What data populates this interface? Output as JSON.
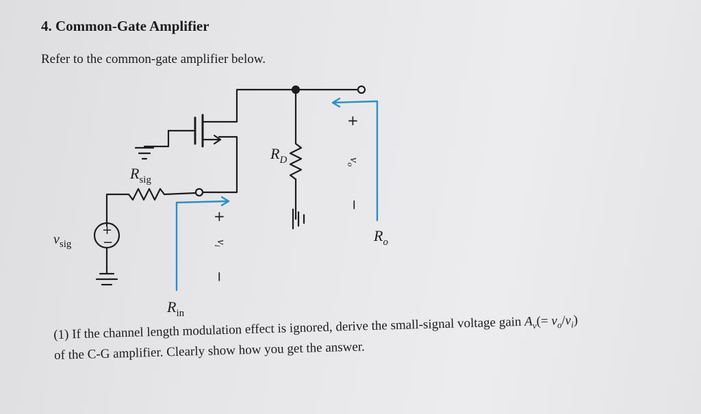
{
  "title": "4. Common-Gate Amplifier",
  "intro": "Refer to the common-gate amplifier below.",
  "circuit": {
    "r_sig": "R",
    "r_sig_sub": "sig",
    "r_d": "R",
    "r_d_sub": "D",
    "v_sig": "v",
    "v_sig_sub": "sig",
    "v_i": "v",
    "v_i_sub": "i",
    "v_o": "v",
    "v_o_sub": "o",
    "r_in": "R",
    "r_in_sub": "in",
    "r_o": "R",
    "r_o_sub": "o",
    "plus": "+",
    "minus": "−",
    "source_plus": "+",
    "source_minus": "−"
  },
  "question": {
    "line1_prefix": "(1) If the channel length modulation effect is ignored, derive the small-signal voltage gain ",
    "gain_symbol": "A",
    "gain_sub": "v",
    "gain_open": "(= ",
    "vo": "v",
    "vo_sub": "o",
    "slash": "/",
    "vi": "v",
    "vi_sub": "i",
    "gain_close": ")",
    "line2": "of the C-G amplifier. Clearly show how you get the answer."
  },
  "colors": {
    "wire": "#1c1c1c",
    "arrow": "#2a8fc4"
  }
}
